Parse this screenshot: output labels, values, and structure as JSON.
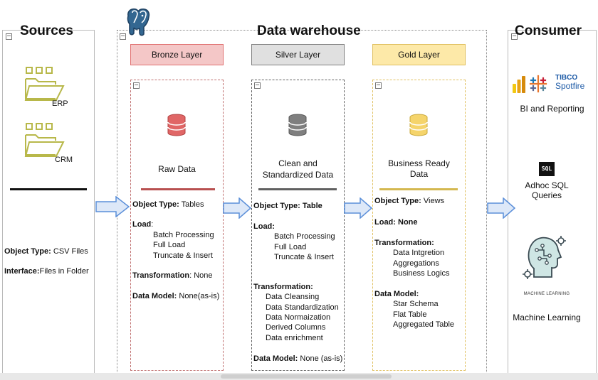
{
  "sources": {
    "title": "Sources",
    "items": [
      "ERP",
      "CRM"
    ],
    "object_type_label": "Object Type:",
    "object_type_value": "CSV Files",
    "interface_label": "Interface:",
    "interface_value": "Files in Folder",
    "icon": "folder-chip-icon",
    "icon_color": "#b8b84a"
  },
  "warehouse": {
    "title": "Data warehouse",
    "logo_icon": "postgresql-elephant-icon",
    "layers": [
      {
        "name": "Bronze Layer",
        "head_bg": "#f4c7c7",
        "head_border": "#e07070",
        "box_border": "#c07070",
        "db_color": "#e06666",
        "underline": "#b85050",
        "desc_lines": [
          "Raw Data"
        ],
        "object_type_label": "Object Type:",
        "object_type_value": "Tables",
        "load_label": "Load",
        "load_sep": ":",
        "load_items": [
          "Batch Processing",
          "Full Load",
          "Truncate & Insert"
        ],
        "transformation_label": "Transformation",
        "transformation_sep": ":",
        "transformation_value": "None",
        "data_model_label": "Data Model:",
        "data_model_value": "None(as-is)"
      },
      {
        "name": "Silver Layer",
        "head_bg": "#e0e0e0",
        "head_border": "#808080",
        "box_border": "#606060",
        "db_color": "#7f7f7f",
        "underline": "#606060",
        "desc_lines": [
          "Clean and",
          "Standardized Data"
        ],
        "object_type_label": "Object Type:",
        "object_type_value": "Table",
        "load_label": "Load:",
        "load_items": [
          "Batch Processing",
          "Full Load",
          "Truncate & Insert"
        ],
        "transformation_label": "Transformation:",
        "transformation_items": [
          "Data Cleansing",
          "Data Standardization",
          "Data Normaization",
          "Derived Columns",
          "Data enrichment"
        ],
        "data_model_label": "Data Model:",
        "data_model_value": "None (as-is)"
      },
      {
        "name": "Gold Layer",
        "head_bg": "#fde9a8",
        "head_border": "#e0c060",
        "box_border": "#e0c060",
        "db_color": "#f5d46b",
        "underline": "#d4b850",
        "desc_lines": [
          "Business Ready",
          "Data"
        ],
        "object_type_label": "Object Type:",
        "object_type_value": "Views",
        "load_label": "Load:",
        "load_value": "None",
        "transformation_label": "Transformation:",
        "transformation_items": [
          "Data Intgretion",
          "Aggregations",
          "Business Logics"
        ],
        "data_model_label": "Data Model:",
        "data_model_items": [
          "Star Schema",
          "Flat Table",
          "Aggregated Table"
        ]
      }
    ]
  },
  "consumer": {
    "title": "Consumer",
    "items": [
      {
        "label": "BI and Reporting",
        "icon": "powerbi-tableau-spotfire-icons",
        "brand_top": "TIBCO",
        "brand_bottom": "Spotfire"
      },
      {
        "label_lines": [
          "Adhoc SQL",
          "Queries"
        ],
        "icon": "sql-icon",
        "icon_text": "SQL"
      },
      {
        "label": "Machine Learning",
        "icon": "machine-learning-head-icon",
        "icon_caption": "MACHINE LEARNING"
      }
    ]
  },
  "arrow_color": "#5b8fd9",
  "arrow_fill": "#dde8f8"
}
